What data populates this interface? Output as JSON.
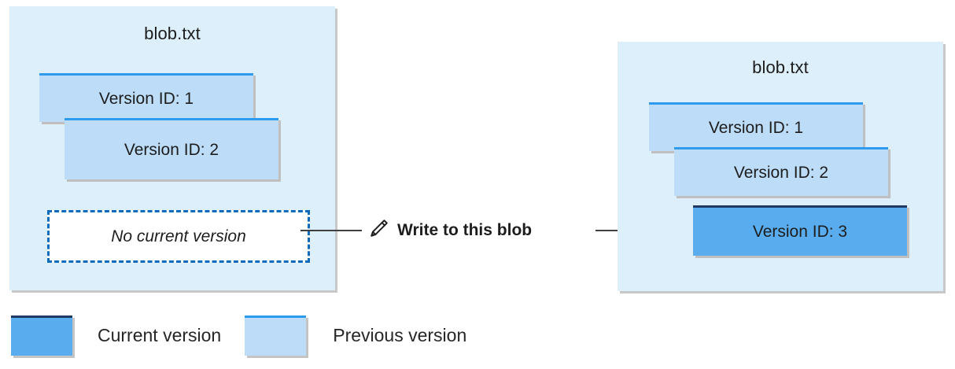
{
  "diagram": {
    "left_panel": {
      "title": "blob.txt",
      "versions": [
        {
          "label": "Version ID: 1",
          "state": "previous"
        },
        {
          "label": "Version ID: 2",
          "state": "previous"
        }
      ],
      "current_version_placeholder": "No current version"
    },
    "right_panel": {
      "title": "blob.txt",
      "versions": [
        {
          "label": "Version ID: 1",
          "state": "previous"
        },
        {
          "label": "Version ID: 2",
          "state": "previous"
        },
        {
          "label": "Version ID: 3",
          "state": "current"
        }
      ]
    },
    "action": {
      "icon": "pencil-icon",
      "label": "Write to this blob"
    },
    "legend": [
      {
        "label": "Current version",
        "swatch": "#59adef"
      },
      {
        "label": "Previous version",
        "swatch": "#bcdcf8"
      }
    ],
    "colors": {
      "panel_background": "#ddeffb",
      "current_version_fill": "#59adef",
      "current_version_border": "#1f3864",
      "previous_version_fill": "#bcdcf8",
      "previous_version_border": "#2e9bef",
      "dashed_border": "#0f6cbd",
      "connector": "#404040"
    }
  }
}
